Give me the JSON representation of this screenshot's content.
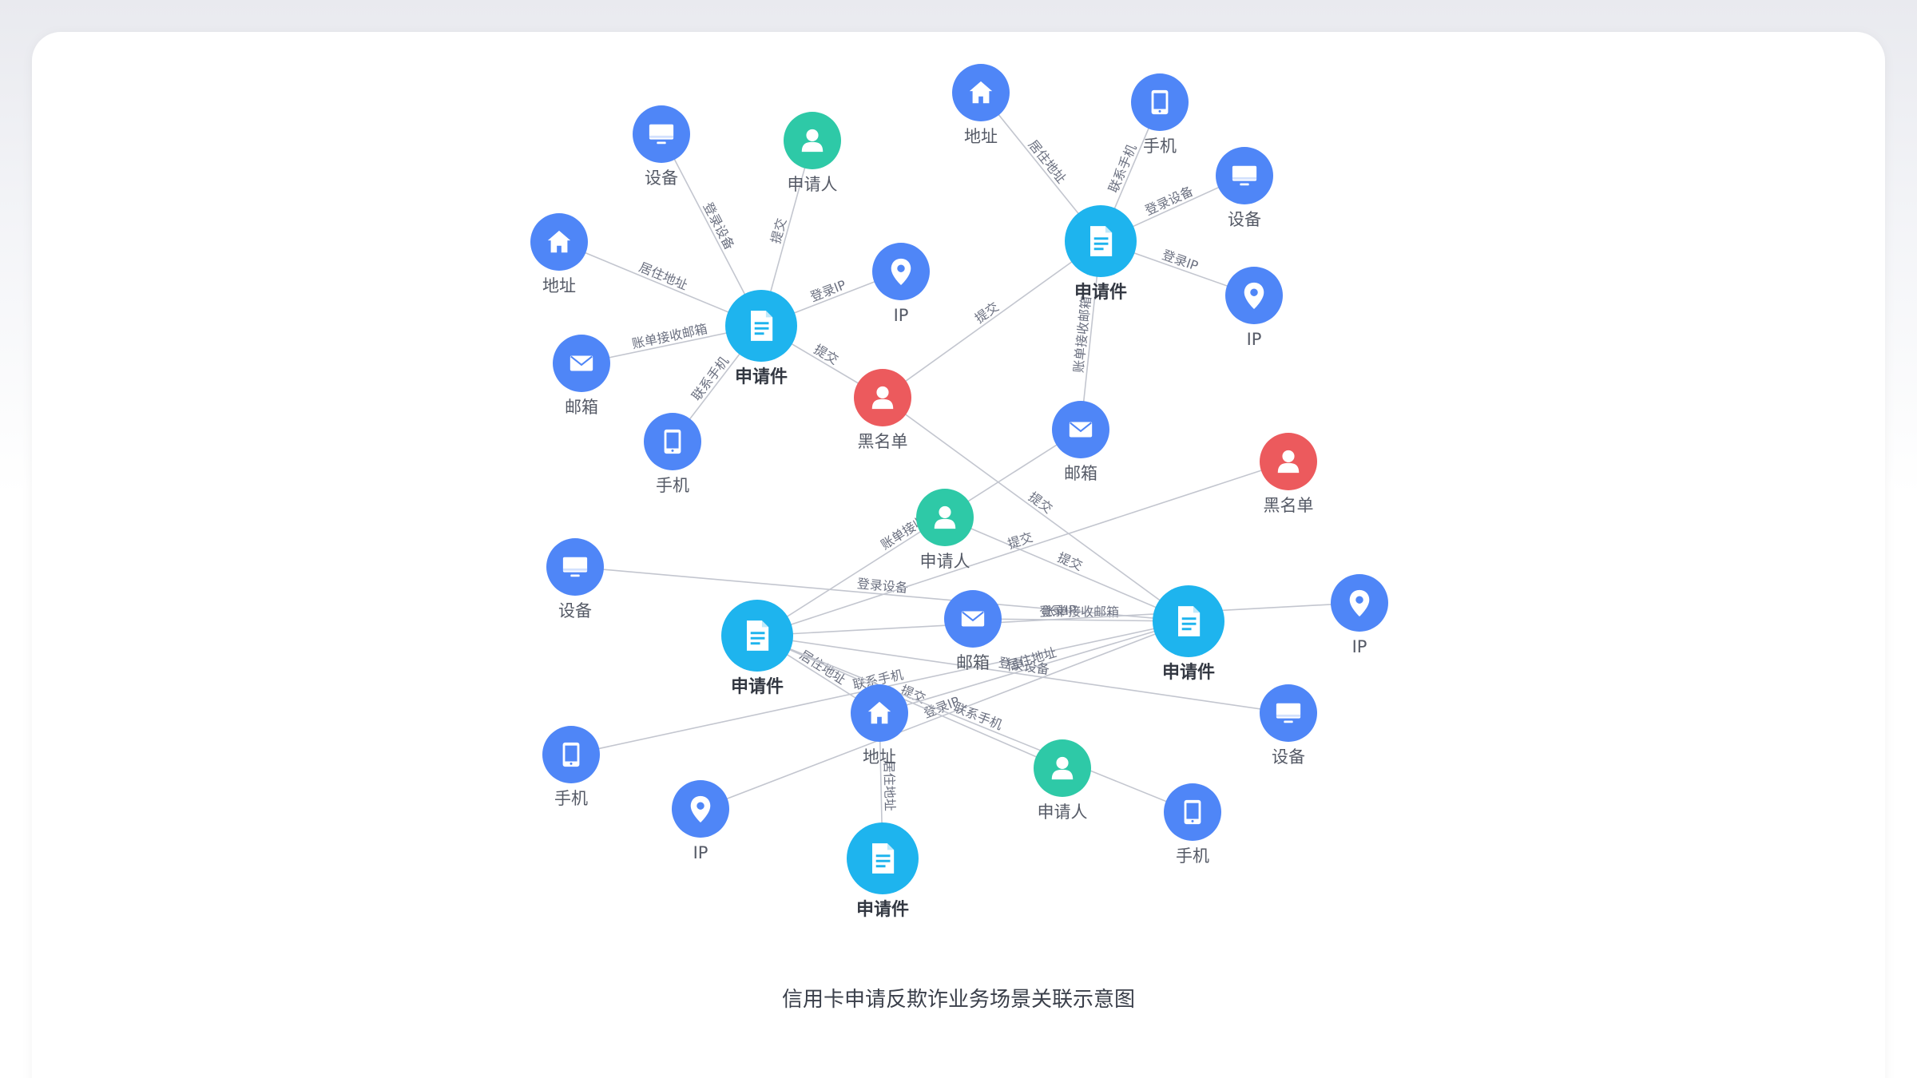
{
  "colors": {
    "node_blue": "#4f86f7",
    "node_app": "#1eb4ee",
    "node_person": "#2ec9a7",
    "node_blacklist": "#ec5a5d",
    "edge": "#c3c6cf"
  },
  "caption": "信用卡申请反欺诈业务场景关联示意图",
  "nodes": [
    {
      "id": "a1",
      "type": "application",
      "label": "申请件",
      "icon": "document-icon"
    },
    {
      "id": "a2",
      "type": "application",
      "label": "申请件",
      "icon": "document-icon"
    },
    {
      "id": "a3",
      "type": "application",
      "label": "申请件",
      "icon": "document-icon"
    },
    {
      "id": "a4",
      "type": "application",
      "label": "申请件",
      "icon": "document-icon"
    },
    {
      "id": "a5",
      "type": "application",
      "label": "申请件",
      "icon": "document-icon"
    },
    {
      "id": "bl1",
      "type": "blacklist",
      "label": "黑名单",
      "icon": "person-icon"
    },
    {
      "id": "bl2",
      "type": "blacklist",
      "label": "黑名单",
      "icon": "person-icon"
    },
    {
      "id": "d1",
      "type": "device",
      "label": "设备",
      "icon": "monitor-icon"
    },
    {
      "id": "p1",
      "type": "applicant",
      "label": "申请人",
      "icon": "person-icon"
    },
    {
      "id": "h1",
      "type": "address",
      "label": "地址",
      "icon": "house-icon"
    },
    {
      "id": "ip1",
      "type": "ip",
      "label": "IP",
      "icon": "pin-icon"
    },
    {
      "id": "m1",
      "type": "email",
      "label": "邮箱",
      "icon": "envelope-icon"
    },
    {
      "id": "ph1",
      "type": "phone",
      "label": "手机",
      "icon": "tablet-icon"
    },
    {
      "id": "h2",
      "type": "address",
      "label": "地址",
      "icon": "house-icon"
    },
    {
      "id": "ph2",
      "type": "phone",
      "label": "手机",
      "icon": "tablet-icon"
    },
    {
      "id": "d2",
      "type": "device",
      "label": "设备",
      "icon": "monitor-icon"
    },
    {
      "id": "ip2",
      "type": "ip",
      "label": "IP",
      "icon": "pin-icon"
    },
    {
      "id": "m2",
      "type": "email",
      "label": "邮箱",
      "icon": "envelope-icon"
    },
    {
      "id": "p2",
      "type": "applicant",
      "label": "申请人",
      "icon": "person-icon"
    },
    {
      "id": "d3",
      "type": "device",
      "label": "设备",
      "icon": "monitor-icon"
    },
    {
      "id": "m3",
      "type": "email",
      "label": "邮箱",
      "icon": "envelope-icon"
    },
    {
      "id": "ph3",
      "type": "phone",
      "label": "手机",
      "icon": "tablet-icon"
    },
    {
      "id": "ip3",
      "type": "ip",
      "label": "IP",
      "icon": "pin-icon"
    },
    {
      "id": "h3",
      "type": "address",
      "label": "地址",
      "icon": "house-icon"
    },
    {
      "id": "ip4",
      "type": "ip",
      "label": "IP",
      "icon": "pin-icon"
    },
    {
      "id": "d4",
      "type": "device",
      "label": "设备",
      "icon": "monitor-icon"
    },
    {
      "id": "p3",
      "type": "applicant",
      "label": "申请人",
      "icon": "person-icon"
    },
    {
      "id": "ph4",
      "type": "phone",
      "label": "手机",
      "icon": "tablet-icon"
    }
  ],
  "edges": [
    {
      "from": "a1",
      "to": "d1",
      "label": "登录设备"
    },
    {
      "from": "a1",
      "to": "p1",
      "label": "提交"
    },
    {
      "from": "a1",
      "to": "h1",
      "label": "居住地址"
    },
    {
      "from": "a1",
      "to": "ip1",
      "label": "登录IP"
    },
    {
      "from": "a1",
      "to": "m1",
      "label": "账单接收邮箱"
    },
    {
      "from": "a1",
      "to": "ph1",
      "label": "联系手机"
    },
    {
      "from": "a1",
      "to": "bl1",
      "label": "提交"
    },
    {
      "from": "a2",
      "to": "h2",
      "label": "居住地址"
    },
    {
      "from": "a2",
      "to": "ph2",
      "label": "联系手机"
    },
    {
      "from": "a2",
      "to": "d2",
      "label": "登录设备"
    },
    {
      "from": "a2",
      "to": "ip2",
      "label": "登录IP"
    },
    {
      "from": "a2",
      "to": "bl1",
      "label": "提交"
    },
    {
      "from": "a2",
      "to": "m2",
      "label": "账单接收邮箱"
    },
    {
      "from": "a3",
      "to": "bl1",
      "label": "提交"
    },
    {
      "from": "a3",
      "to": "p2",
      "label": "提交"
    },
    {
      "from": "a3",
      "to": "d3",
      "label": "登录设备"
    },
    {
      "from": "a3",
      "to": "m3",
      "label": "账单接收邮箱"
    },
    {
      "from": "a3",
      "to": "ph3",
      "label": "联系手机"
    },
    {
      "from": "a3",
      "to": "ip3",
      "label": "登录IP"
    },
    {
      "from": "a3",
      "to": "h3",
      "label": "居住地址"
    },
    {
      "from": "h3",
      "to": "a4",
      "label": "居住地址"
    },
    {
      "from": "h3",
      "to": "a5",
      "label": "居住地址"
    },
    {
      "from": "a5",
      "to": "m2",
      "label": "账单接收邮箱"
    },
    {
      "from": "a5",
      "to": "bl2",
      "label": "提交"
    },
    {
      "from": "a5",
      "to": "ip4",
      "label": "登录IP"
    },
    {
      "from": "a5",
      "to": "d4",
      "label": "登录设备"
    },
    {
      "from": "a5",
      "to": "p3",
      "label": "提交"
    },
    {
      "from": "a5",
      "to": "ph4",
      "label": "联系手机"
    }
  ]
}
